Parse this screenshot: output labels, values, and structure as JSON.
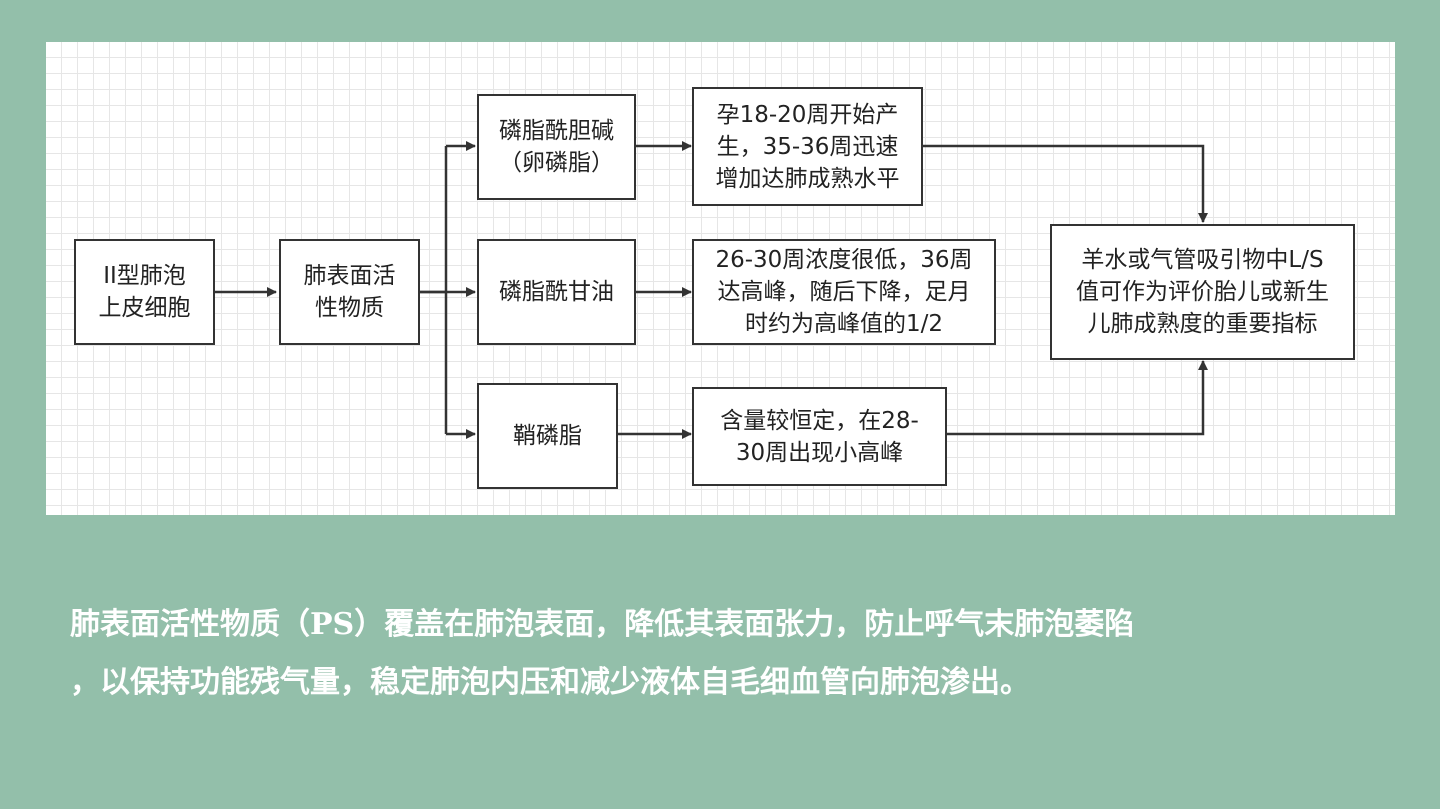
{
  "diagram": {
    "nodes": {
      "type2_cells": "II型肺泡\n上皮细胞",
      "surfactant": "肺表面活\n性物质",
      "lecithin": "磷脂酰胆碱\n（卵磷脂）",
      "phosphatidylglycerol": "磷脂酰甘油",
      "sphingomyelin": "鞘磷脂",
      "lecithin_desc": "孕18-20周开始产\n生，35-36周迅速\n增加达肺成熟水平",
      "pg_desc": "26-30周浓度很低，36周\n达高峰，随后下降，足月\n时约为高峰值的1/2",
      "sph_desc": "含量较恒定，在28-\n30周出现小高峰",
      "ls_ratio": "羊水或气管吸引物中L/S\n值可作为评价胎儿或新生\n儿肺成熟度的重要指标"
    }
  },
  "caption": "肺表面活性物质（PS）覆盖在肺泡表面，降低其表面张力，防止呼气末肺泡萎陷\n，以保持功能残气量，稳定肺泡内压和减少液体自毛细血管向肺泡渗出。",
  "colors": {
    "background": "#93bfaa",
    "panel": "#ffffff",
    "grid": "#e6e6e6",
    "line": "#333333",
    "caption_text": "#ffffff"
  }
}
